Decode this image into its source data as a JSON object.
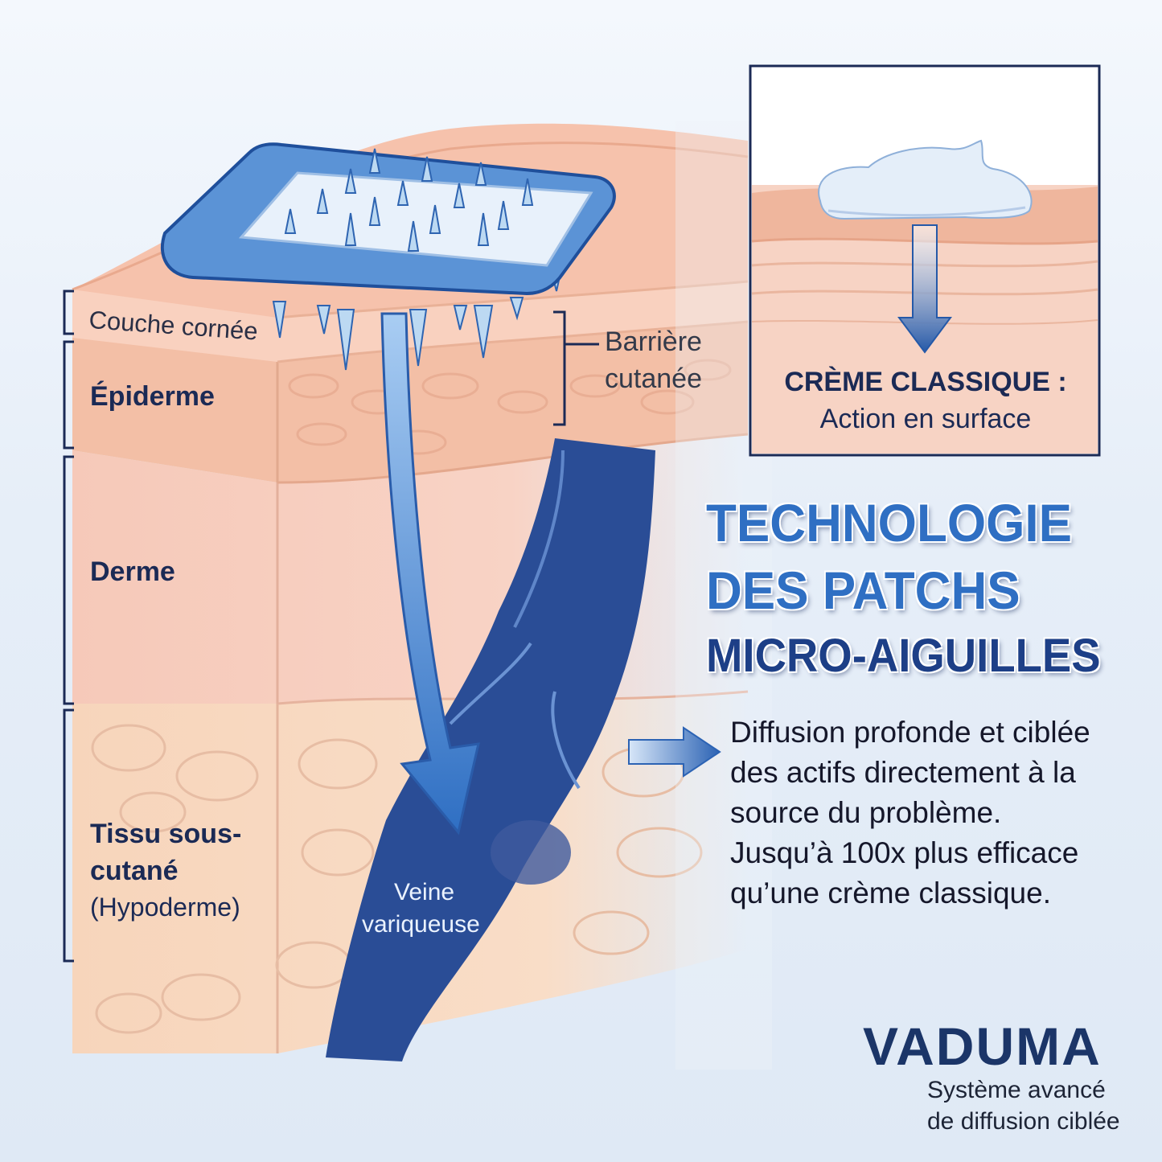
{
  "layers": {
    "couche_cornee": "Couche cornée",
    "epiderme": "Épiderme",
    "derme": "Derme",
    "tissu_line1": "Tissu sous-",
    "tissu_line2": "cutané",
    "hypoderme": "(Hypoderme)"
  },
  "barrier": {
    "line1": "Barrière",
    "line2": "cutanée"
  },
  "vein": {
    "line1": "Veine",
    "line2": "variqueuse"
  },
  "inset": {
    "title": "CRÈME CLASSIQUE :",
    "subtitle": "Action en surface"
  },
  "headline": {
    "line1": "TECHNOLOGIE",
    "line2": "DES PATCHS",
    "line3": "MICRO-AIGUILLES"
  },
  "description": {
    "line1": "Diffusion profonde et ciblée",
    "line2": "des actifs directement à la",
    "line3": "source du problème.",
    "line4": "Jusqu’à 100x plus efficace",
    "line5": "qu’une crème classique."
  },
  "brand": {
    "name": "VADUMA",
    "tagline1": "Système avancé",
    "tagline2": "de diffusion ciblée"
  },
  "icons": [
    "microneedle-patch-icon",
    "cream-icon",
    "arrow-right-icon",
    "arrow-down-icon"
  ],
  "colors": {
    "skin": "#f6c7b4",
    "epidermis": "#f3c0a6",
    "dermis": "#f8d2c3",
    "hypodermis": "#f9dcc4",
    "vein": "#2a4d96",
    "patch": "#4b86cf",
    "headline": "#2f6fc3",
    "brand": "#1b3568"
  }
}
